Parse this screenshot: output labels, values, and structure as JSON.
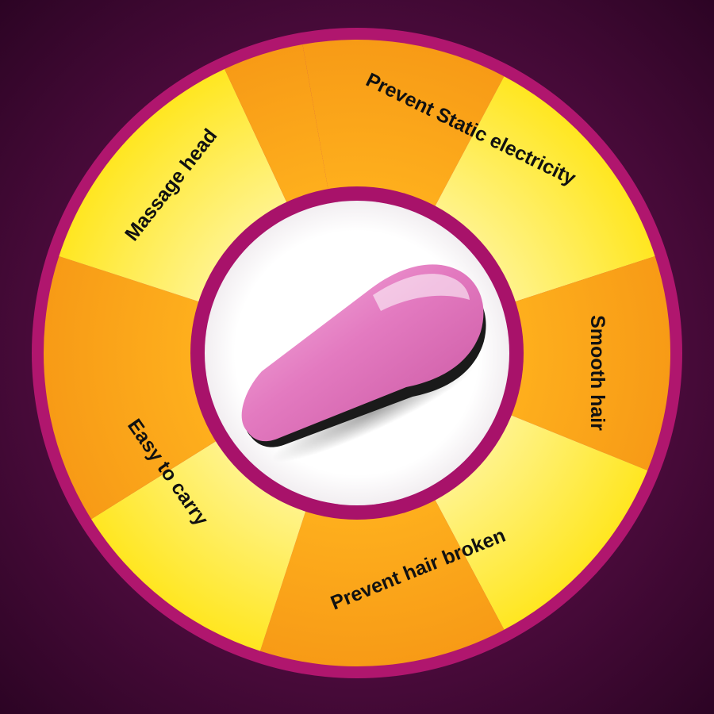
{
  "colors": {
    "background_center": "#7a1a5e",
    "background_edge": "#2c0424",
    "ring_border": "#b0166e",
    "wedge_light": "#fff23a",
    "wedge_dark": "#f7a21a",
    "brush_pink": "#e37ac0",
    "brush_bristles": "#1a1a1a",
    "label_text": "#111111"
  },
  "product": {
    "icon": "hair-brush-icon",
    "name": "hair brush"
  },
  "features": [
    {
      "label": "Prevent Static electricity"
    },
    {
      "label": "Smooth hair"
    },
    {
      "label": "Prevent hair broken"
    },
    {
      "label": "Easy to carry"
    },
    {
      "label": "Massage head"
    }
  ]
}
